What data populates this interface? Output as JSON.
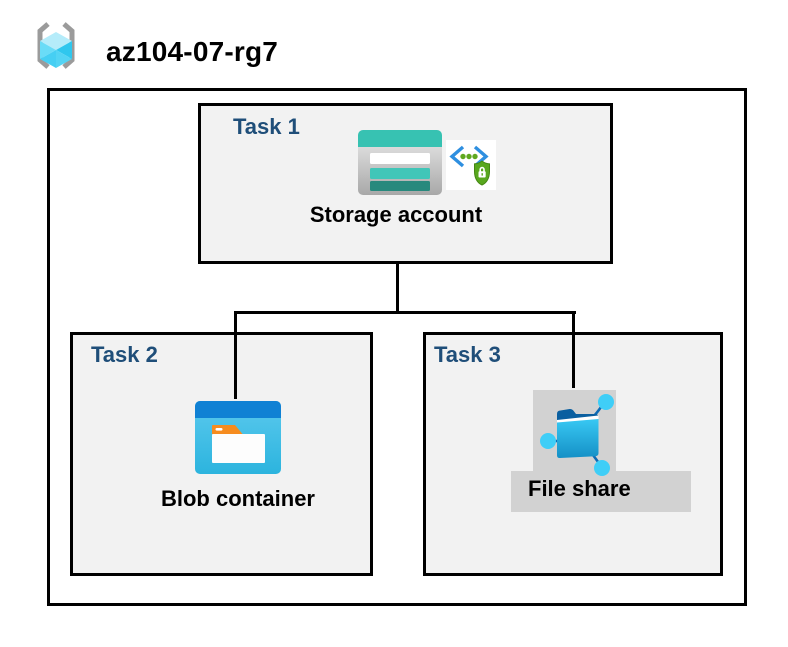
{
  "header": {
    "title": "az104-07-rg7",
    "icon": "resource-group-icon"
  },
  "tasks": {
    "task1": {
      "label": "Task 1",
      "node_label": "Storage account",
      "icons": [
        "storage-account-icon",
        "code-security-icon"
      ]
    },
    "task2": {
      "label": "Task 2",
      "node_label": "Blob container",
      "icons": [
        "blob-container-icon"
      ]
    },
    "task3": {
      "label": "Task 3",
      "node_label": "File share",
      "icons": [
        "file-share-icon"
      ]
    }
  },
  "colors": {
    "task_label": "#1F4E79",
    "task_box_fill": "#F2F2F2",
    "border": "#000000",
    "gray_highlight": "#D2D2D2",
    "storage_teal": "#37C2B2",
    "storage_teal_dark": "#28897D",
    "container_top_blue": "#1081D4",
    "container_body_cyan": "#3DBDE5",
    "folder_tab_orange": "#F68C1F",
    "fileshare_cyan": "#2FBFEC",
    "fileshare_node_cyan": "#3FCEF7",
    "shield_green": "#58A71D",
    "bracket_blue": "#2E8FE0",
    "rg_bracket_gray": "#9B9B9B",
    "rg_cube_cyan": "#46CFF3"
  }
}
